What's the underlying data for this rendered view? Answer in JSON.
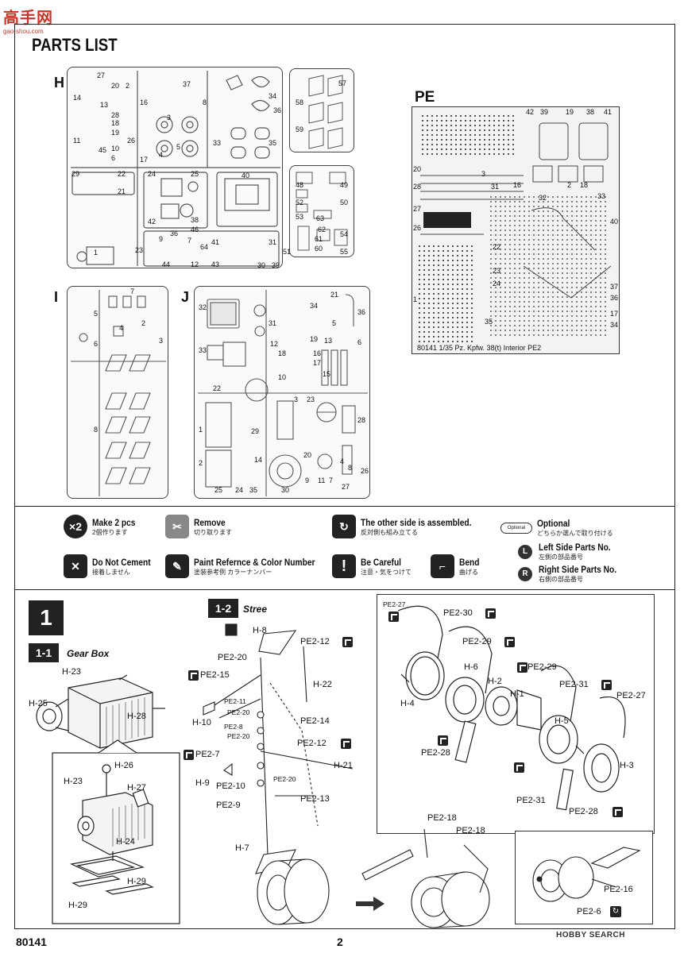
{
  "watermark": {
    "logo": "高手网",
    "url": "gao-shou.com"
  },
  "page": {
    "title": "PARTS LIST",
    "code": "80141",
    "number": "2"
  },
  "sprues": {
    "H": {
      "letter": "H",
      "numbers": [
        "27",
        "14",
        "20",
        "2",
        "37",
        "13",
        "16",
        "8",
        "28",
        "11",
        "36",
        "34",
        "18",
        "3",
        "19",
        "26",
        "10",
        "45",
        "5",
        "6",
        "4",
        "33",
        "35",
        "17",
        "29",
        "22",
        "21",
        "24",
        "25",
        "40",
        "48",
        "49",
        "52",
        "50",
        "42",
        "38",
        "63",
        "53",
        "62",
        "54",
        "46",
        "61",
        "60",
        "55",
        "36",
        "9",
        "7",
        "41",
        "31",
        "51",
        "1",
        "23",
        "44",
        "12",
        "64",
        "43",
        "30",
        "39",
        "57",
        "58",
        "59"
      ]
    },
    "I": {
      "letter": "I",
      "numbers": [
        "5",
        "7",
        "2",
        "6",
        "4",
        "3",
        "8"
      ]
    },
    "J": {
      "letter": "J",
      "numbers": [
        "32",
        "34",
        "21",
        "36",
        "31",
        "5",
        "33",
        "12",
        "19",
        "22",
        "13",
        "6",
        "18",
        "10",
        "17",
        "15",
        "16",
        "1",
        "2",
        "3",
        "23",
        "29",
        "28",
        "25",
        "24",
        "35",
        "26",
        "14",
        "20",
        "11",
        "7",
        "27",
        "9",
        "8",
        "4",
        "30"
      ]
    },
    "PE": {
      "letter": "PE",
      "footer": "80141  1/35 Pz. Kpfw. 38(t) Interior   PE2",
      "numbers": [
        "42",
        "39",
        "19",
        "38",
        "41",
        "20",
        "16",
        "18",
        "2",
        "28",
        "33",
        "32",
        "27",
        "31",
        "26",
        "1",
        "3",
        "22",
        "23",
        "24",
        "37",
        "36",
        "40",
        "35",
        "17",
        "34"
      ]
    }
  },
  "legend": {
    "x2": {
      "icon": "×2",
      "en": "Make 2 pcs",
      "jp": "2個作ります"
    },
    "remove": {
      "en": "Remove",
      "jp": "切り取ります"
    },
    "other_side": {
      "en": "The other side is assembled.",
      "jp": "反対側も組み立てる"
    },
    "optional": {
      "icon_text": "Optional",
      "en": "Optional",
      "jp": "どちらか選んで取り付ける"
    },
    "left": {
      "icon": "L",
      "en": "Left Side Parts No.",
      "jp": "左側の部品番号"
    },
    "right": {
      "icon": "R",
      "en": "Right Side Parts No.",
      "jp": "右側の部品番号"
    },
    "no_cement": {
      "en": "Do Not Cement",
      "jp": "接着しません"
    },
    "paint": {
      "en": "Paint Refernce & Color Number",
      "jp": "塗装参考例 カラーナンバー"
    },
    "careful": {
      "icon": "!",
      "en": "Be Careful",
      "jp": "注意・気をつけて"
    },
    "bend": {
      "en": "Bend",
      "jp": "曲げる"
    }
  },
  "step1": {
    "number": "1",
    "sub1": {
      "number": "1-1",
      "title": "Gear Box"
    },
    "sub2": {
      "number": "1-2",
      "title": "Stree"
    },
    "labels_gearbox": [
      "H-23",
      "H-25",
      "H-28",
      "H-26",
      "H-23",
      "H-27",
      "H-24",
      "H-29",
      "H-29"
    ],
    "labels_stree": [
      "H-8",
      "PE2-12",
      "PE2-20",
      "PE2-15",
      "H-22",
      "PE2-11",
      "PE2-20",
      "H-10",
      "PE2-8",
      "PE2-20",
      "PE2-14",
      "PE2-12",
      "PE2-7",
      "H-21",
      "H-9",
      "PE2-20",
      "PE2-10",
      "PE2-13",
      "PE2-9",
      "H-7"
    ],
    "labels_right": [
      "PE2-27",
      "PE2-30",
      "PE2-29",
      "H-6",
      "PE2-29",
      "H-2",
      "H-1",
      "PE2-31",
      "PE2-27",
      "H-4",
      "H-5",
      "PE2-28",
      "H-3",
      "PE2-31",
      "PE2-28",
      "PE2-18",
      "PE2-18",
      "PE2-16",
      "PE2-6"
    ]
  },
  "watermark_bottom": "HOBBY SEARCH"
}
